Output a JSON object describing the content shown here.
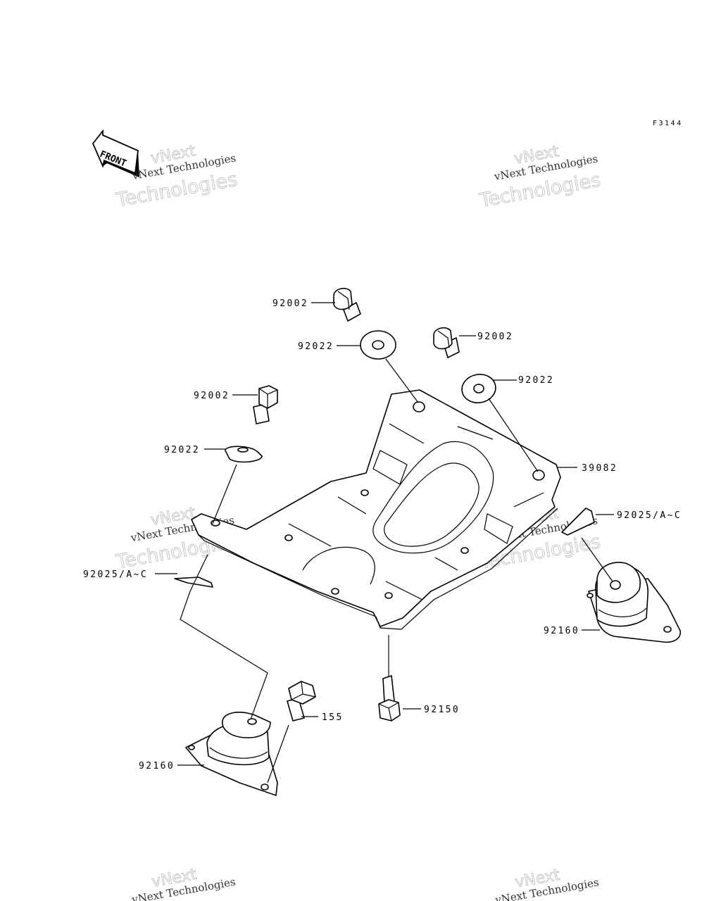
{
  "reference_code": "F3144",
  "front_arrow_text": "FRONT",
  "watermark": {
    "line1": "vNext Technologies",
    "line2": "Technologies",
    "line3": "vNext"
  },
  "callouts": {
    "bolt_top": "92002",
    "washer_top": "92022",
    "bolt_right": "92002",
    "washer_right": "92022",
    "bolt_left": "92002",
    "washer_left": "92022",
    "bracket": "39082",
    "shim_right": "92025/A~C",
    "shim_left": "92025/A~C",
    "damper_right": "92160",
    "bolt_155": "155",
    "bolt_bottom": "92150",
    "damper_left": "92160"
  }
}
